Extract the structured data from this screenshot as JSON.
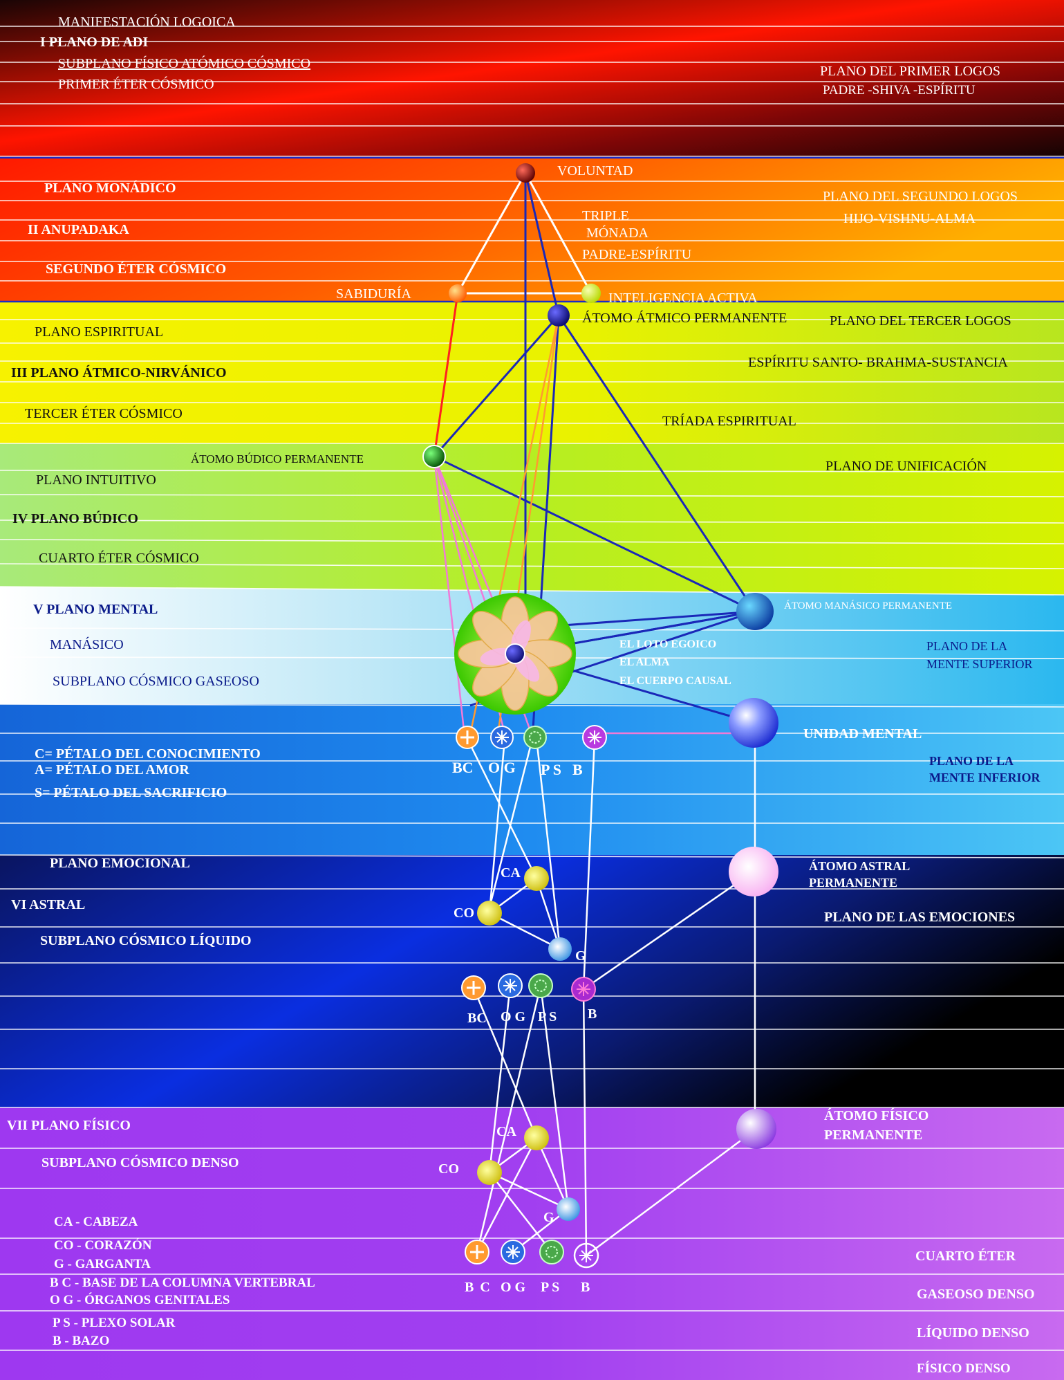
{
  "title": "MANIFESTACIÓN LOGOICA",
  "plane1": {
    "name": "I PLANO DE ADI",
    "sub": "SUBPLANO FÍSICO ATÓMICO CÓSMICO",
    "ether": "PRIMER ÉTER CÓSMICO",
    "logos": "PLANO DEL PRIMER LOGOS",
    "aspect": "PADRE -SHIVA -ESPÍRITU"
  },
  "plane2": {
    "sub1": "PLANO MONÁDICO",
    "name": "II ANUPADAKA",
    "ether": "SEGUNDO ÉTER CÓSMICO",
    "logos": "PLANO DEL SEGUNDO LOGOS",
    "aspect": "HIJO-VISHNU-ALMA",
    "voluntad": "VOLUNTAD",
    "triple": "TRIPLE",
    "monada": "MÓNADA",
    "padre": "PADRE-ESPÍRITU",
    "sabiduria": "SABIDURÍA",
    "inteligencia": "INTELIGENCIA ACTIVA"
  },
  "plane3": {
    "sub1": "PLANO ESPIRITUAL",
    "name": "III PLANO ÁTMICO-NIRVÁNICO",
    "ether": "TERCER ÉTER CÓSMICO",
    "atomo": "ÁTOMO ÁTMICO  PERMANENTE",
    "logos": "PLANO DEL TERCER LOGOS",
    "aspect": "ESPÍRITU SANTO- BRAHMA-SUSTANCIA",
    "triada": "TRÍADA ESPIRITUAL"
  },
  "plane4": {
    "atomo": "ÁTOMO BÚDICO PERMANENTE",
    "sub1": "PLANO INTUITIVO",
    "name": "IV PLANO BÚDICO",
    "ether": "CUARTO ÉTER CÓSMICO",
    "unificacion": "PLANO DE UNIFICACIÓN"
  },
  "plane5": {
    "name": "V PLANO MENTAL",
    "sub1": "MANÁSICO",
    "sub2": "SUBPLANO CÓSMICO GASEOSO",
    "atomo": "ÁTOMO MANÁSICO PERMANENTE",
    "loto": "EL LOTO EGOICO",
    "alma": "EL ALMA",
    "causal": "EL CUERPO CAUSAL",
    "superior1": "PLANO DE LA",
    "superior2": "MENTE SUPERIOR",
    "unidad": "UNIDAD MENTAL",
    "inferior1": "PLANO  DE  LA",
    "inferior2": "MENTE INFERIOR",
    "petal_c": "C= PÉTALO DEL CONOCIMIENTO",
    "petal_a": "A= PÉTALO DEL AMOR",
    "petal_s": "S= PÉTALO DEL SACRIFICIO"
  },
  "plane6": {
    "sub1": "PLANO EMOCIONAL",
    "name": "VI  ASTRAL",
    "sub2": "SUBPLANO  CÓSMICO LÍQUIDO",
    "atomo1": "ÁTOMO ASTRAL",
    "atomo2": "PERMANENTE",
    "emociones": "PLANO DE LAS EMOCIONES"
  },
  "plane7": {
    "name": "VII  PLANO FÍSICO",
    "sub": "SUBPLANO CÓSMICO DENSO",
    "atomo1": "ÁTOMO FÍSICO",
    "atomo2": "PERMANENTE",
    "legend_ca": "CA  - CABEZA",
    "legend_co": "CO -  CORAZÓN",
    "legend_g": "G    -  GARGANTA",
    "legend_bc": "B C - BASE DE LA COLUMNA VERTEBRAL",
    "legend_og": "O G - ÓRGANOS GENITALES",
    "legend_ps": "P S - PLEXO SOLAR",
    "legend_b": "B    - BAZO",
    "cuarto": "CUARTO ÉTER",
    "gaseoso": "GASEOSO DENSO",
    "liquido": "LÍQUIDO DENSO",
    "fisico": "FÍSICO DENSO"
  },
  "chakras": {
    "bc": "BC",
    "og": "O G",
    "ps": "P S",
    "b": "B",
    "ca": "CA",
    "co": "CO",
    "g": "G",
    "bc2": "B C",
    "og2": "O G"
  }
}
